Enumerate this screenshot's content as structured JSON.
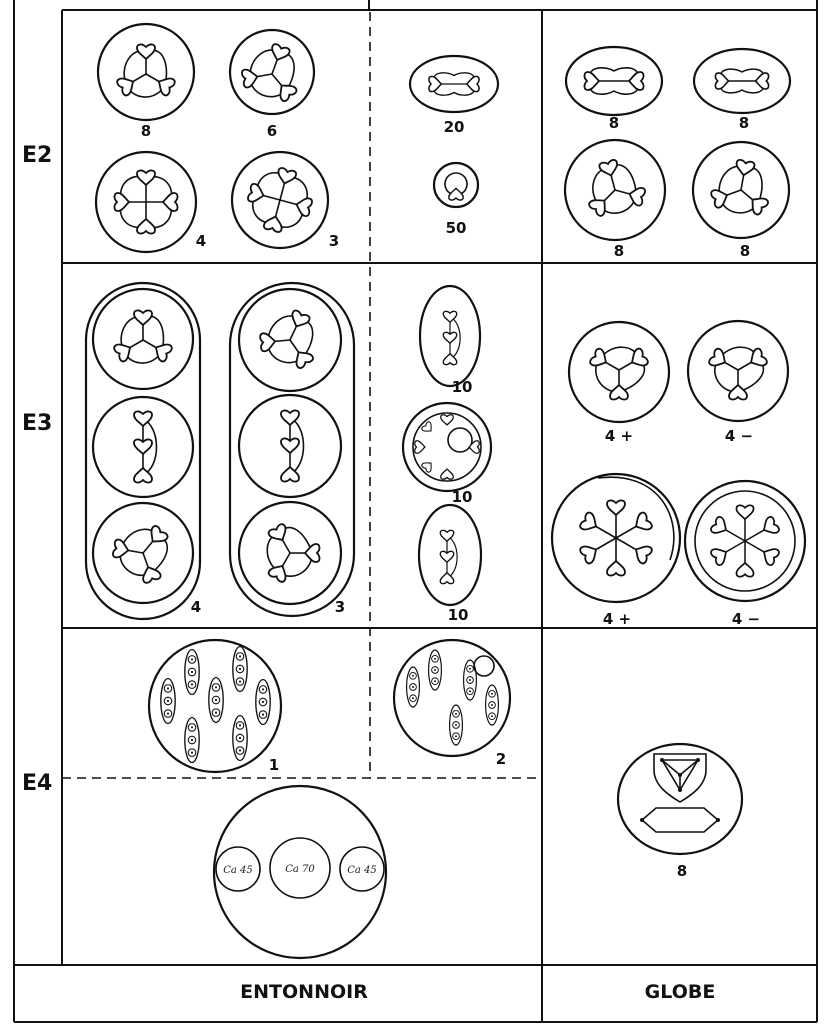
{
  "row_labels": {
    "e2": "E2",
    "e3": "E3",
    "e4": "E4"
  },
  "footer": {
    "entonnoir": "ENTONNOIR",
    "globe": "GLOBE"
  },
  "e2": {
    "funnel_a": [
      "8",
      "6",
      "4",
      "3"
    ],
    "funnel_b": [
      "20",
      "50"
    ],
    "globe": [
      "8",
      "8",
      "8",
      "8"
    ]
  },
  "e3": {
    "funnel_a": [
      "4",
      "3"
    ],
    "funnel_b": [
      "10",
      "10",
      "10"
    ],
    "globe": [
      "4 +",
      "4 −",
      "4 +",
      "4 −"
    ]
  },
  "e4": {
    "funnel": [
      "1",
      "2"
    ],
    "globe": [
      "8"
    ],
    "calcium": [
      "Ca 45",
      "Ca 70",
      "Ca 45"
    ]
  },
  "icons": {
    "shamrock": "heart-loop-cluster-icon",
    "tetra": "tetrahedron-icon",
    "hexagon": "hexagon-icon"
  }
}
